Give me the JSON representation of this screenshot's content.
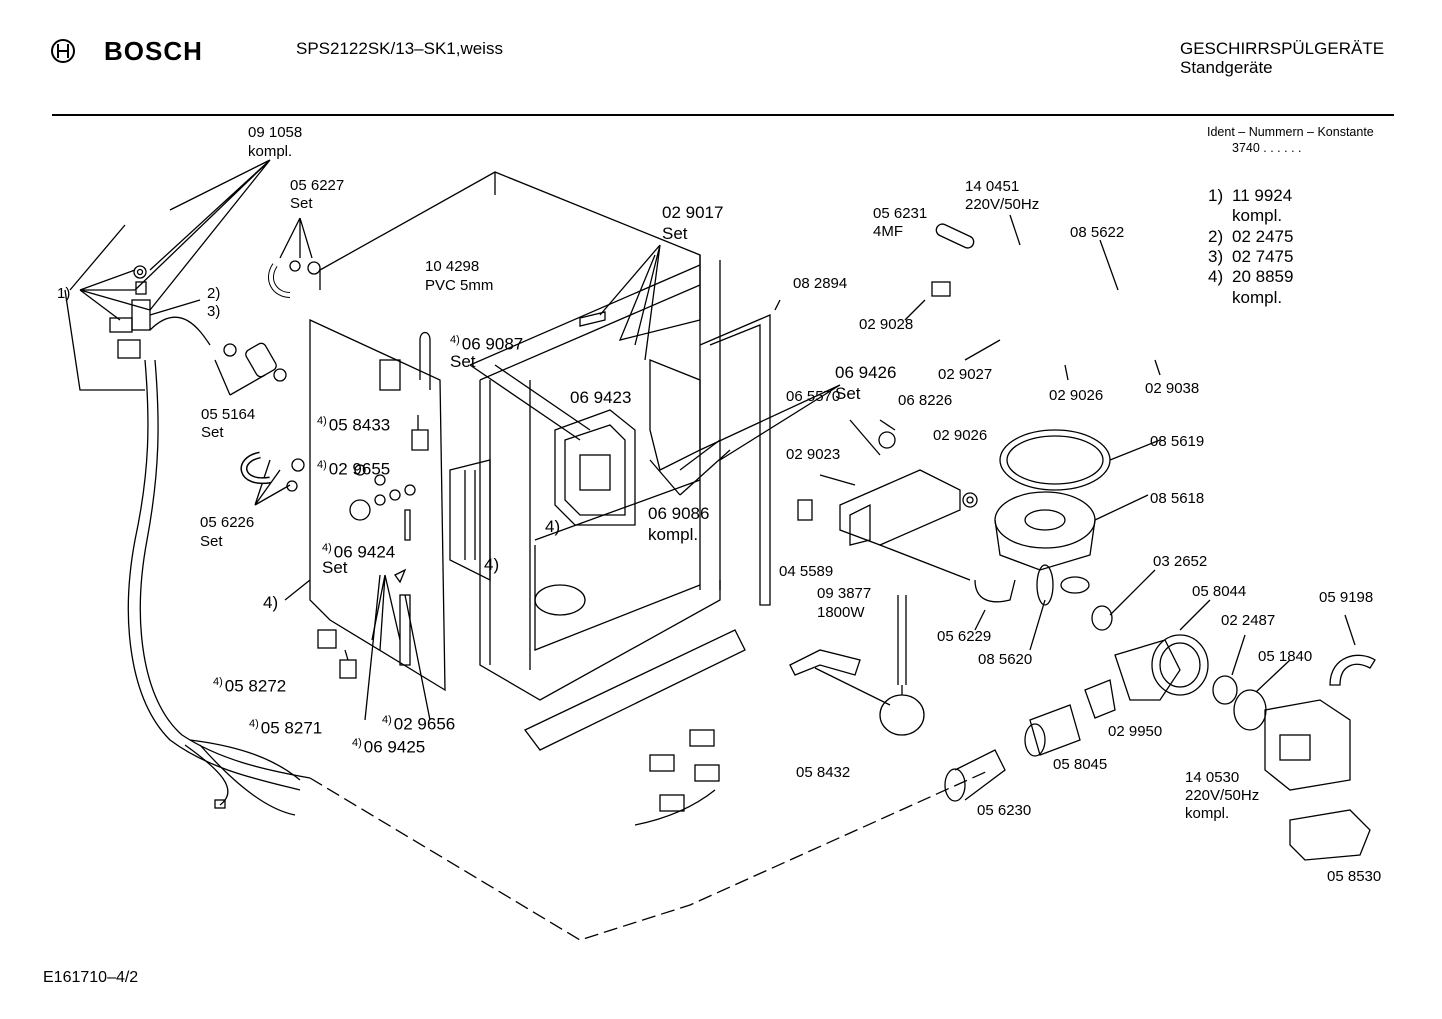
{
  "header": {
    "brand": "BOSCH",
    "model": "SPS2122SK/13–SK1,weiss",
    "category": "GESCHIRRSPÜLGERÄTE",
    "subcategory": "Standgeräte"
  },
  "ident": {
    "label": "Ident – Nummern – Konstante",
    "value": "3740 . .  .  .  .  ."
  },
  "legend": [
    {
      "key": "1)",
      "text": "11 9924",
      "extra": "kompl."
    },
    {
      "key": "2)",
      "text": "02 2475",
      "extra": ""
    },
    {
      "key": "3)",
      "text": "02 7475",
      "extra": ""
    },
    {
      "key": "4)",
      "text": "20 8859",
      "extra": "kompl."
    }
  ],
  "labels": {
    "p091058": "09 1058",
    "kompl1": "kompl.",
    "p056227": "05 6227",
    "set1": "Set",
    "m1": "1)",
    "m2": "2)",
    "m3": "3)",
    "p055164": "05 5164",
    "set2": "Set",
    "p056226": "05 6226",
    "set3": "Set",
    "p104298": "10 4298",
    "pvc": "PVC 5mm",
    "p058433": "05 8433",
    "p029655": "02 9655",
    "p069424": "06 9424",
    "set4": "Set",
    "m4a": "4)",
    "m4b": "4)",
    "m4c": "4)",
    "p058272": "05 8272",
    "p058271": "05 8271",
    "p029656": "02 9656",
    "p069425": "06 9425",
    "p069087": "06 9087",
    "set5": "Set",
    "p029017": "02 9017",
    "set6": "Set",
    "p069423": "06 9423",
    "p069086": "06 9086",
    "kompl2": "kompl.",
    "p082894": "08 2894",
    "p056231": "05 6231",
    "mf": "4MF",
    "p140451": "14 0451",
    "v1": "220V/50Hz",
    "p085622": "08 5622",
    "p029028": "02 9028",
    "p029027": "02 9027",
    "p029026a": "02 9026",
    "p029038": "02 9038",
    "p069426": "06 9426",
    "set7": "Set",
    "p065570": "06 5570",
    "p068226": "06 8226",
    "p029023": "02 9023",
    "p029026b": "02 9026",
    "p085619": "08 5619",
    "p085618": "08 5618",
    "p045589": "04 5589",
    "p093877": "09 3877",
    "w1800": "1800W",
    "p032652": "03 2652",
    "p058044": "05 8044",
    "p059198": "05 9198",
    "p022487": "02 2487",
    "p051840": "05 1840",
    "p056229": "05 6229",
    "p085620": "08 5620",
    "p029950": "02 9950",
    "p058432": "05 8432",
    "p058045": "05 8045",
    "p140530": "14 0530",
    "v2": "220V/50Hz",
    "kompl3": "kompl.",
    "p056230": "05 6230",
    "p058530": "05 8530"
  },
  "footer": {
    "code": "E161710–4/2"
  }
}
